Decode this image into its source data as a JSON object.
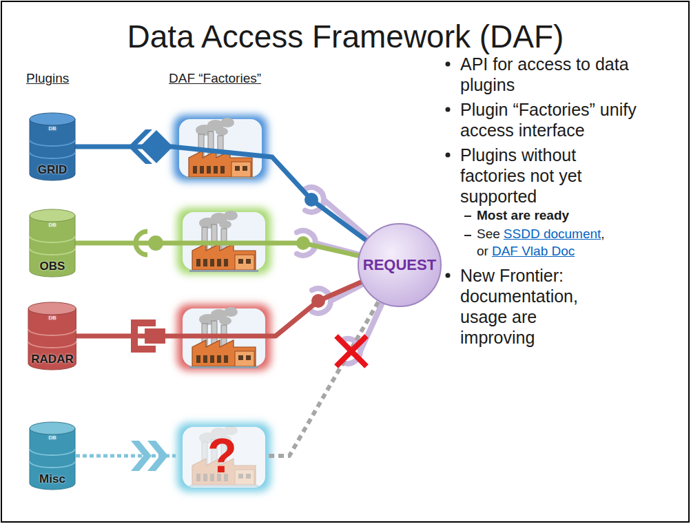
{
  "diagram": {
    "title": "Data Access Framework (DAF)",
    "nodes": [
      {
        "text": [
          "DB",
          "GRID"
        ]
      },
      {
        "text": [
          "DB",
          "OBS"
        ]
      },
      {
        "text": [
          "DB",
          "RADAR"
        ]
      },
      {
        "text": [
          "DB",
          "Misc"
        ]
      },
      {
        "text": [
          "?"
        ]
      },
      {
        "text": [
          "REQUEST"
        ]
      }
    ],
    "edges": [
      {
        "from": 0,
        "to": 5,
        "arrow": "none"
      },
      {
        "from": 1,
        "to": 5,
        "arrow": "none"
      },
      {
        "from": 2,
        "to": 5,
        "arrow": "none"
      },
      {
        "from": 3,
        "to": 4,
        "arrow": "none"
      },
      {
        "from": 4,
        "to": 5,
        "arrow": "none"
      }
    ],
    "labels": [
      "Plugins",
      "DAF “Factories”",
      "API for access to data plugins",
      "Plugin “Factories” unify access interface",
      "Plugins without factories not yet supported",
      "Most are ready",
      "See",
      "SSDD document",
      ",",
      "or",
      "DAF Vlab Doc",
      "New Frontier: documentation, usage are improving"
    ]
  }
}
